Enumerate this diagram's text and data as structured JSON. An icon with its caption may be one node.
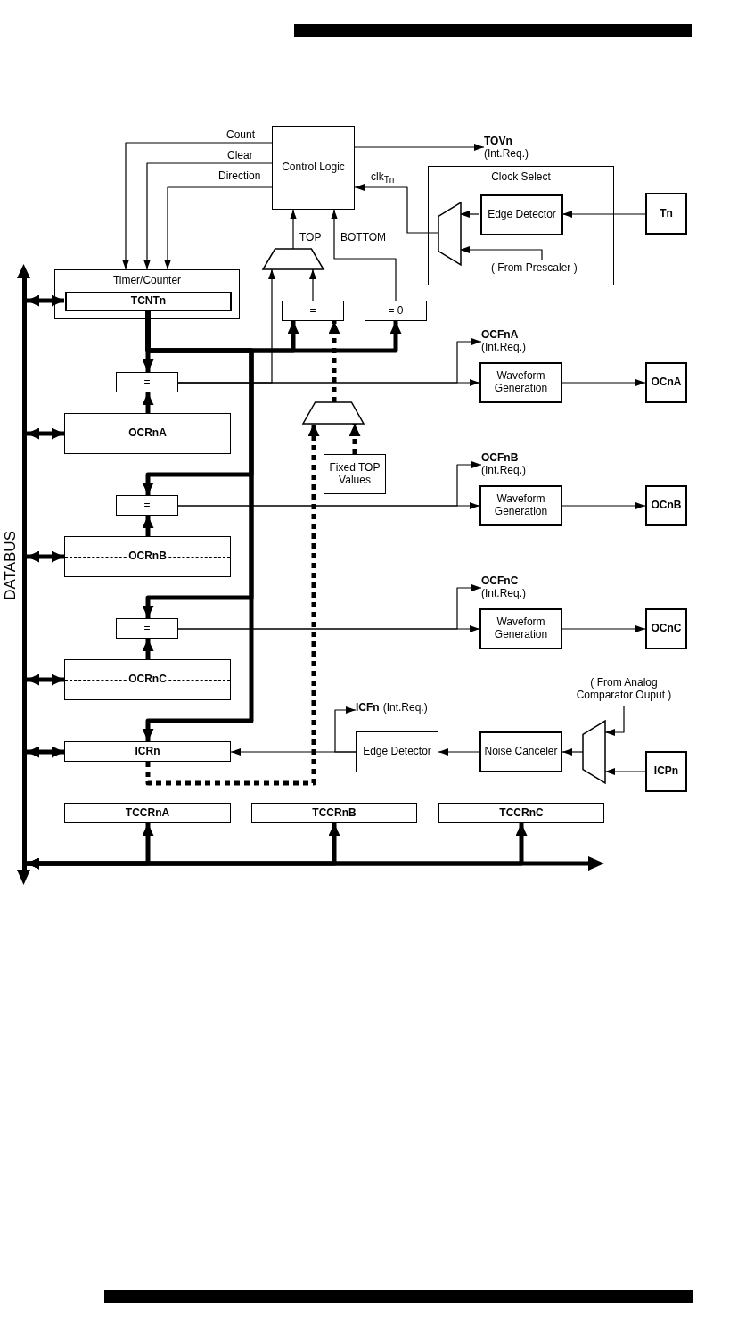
{
  "diagram": {
    "nodes": [
      {
        "text": [
          "Control Logic"
        ]
      },
      {
        "text": [
          "TOVn",
          "(Int.Req.)"
        ]
      },
      {
        "text": [
          "Clock Select"
        ]
      },
      {
        "text": [
          "Edge Detector"
        ],
        "in": 2
      },
      {
        "text": [],
        "shape": "trapezoid",
        "in": 2
      },
      {
        "text": [
          "( From Prescaler )"
        ],
        "in": 2
      },
      {
        "text": [
          "Tn"
        ]
      },
      {
        "text": [
          "Timer/Counter"
        ]
      },
      {
        "text": [
          "TCNTn"
        ],
        "in": 7
      },
      {
        "text": [],
        "shape": "trapezoid"
      },
      {
        "text": [
          "="
        ]
      },
      {
        "text": [
          "= 0"
        ]
      },
      {
        "text": [
          "="
        ]
      },
      {
        "text": [
          "OCRnA"
        ]
      },
      {
        "text": [
          "Fixed TOP Values"
        ]
      },
      {
        "text": [],
        "shape": "trapezoid"
      },
      {
        "text": [
          "OCFnA",
          "(Int.Req.)"
        ]
      },
      {
        "text": [
          "Waveform Generation"
        ]
      },
      {
        "text": [
          "OCnA"
        ]
      },
      {
        "text": [
          "="
        ]
      },
      {
        "text": [
          "OCRnB"
        ]
      },
      {
        "text": [
          "OCFnB",
          "(Int.Req.)"
        ]
      },
      {
        "text": [
          "Waveform Generation"
        ]
      },
      {
        "text": [
          "OCnB"
        ]
      },
      {
        "text": [
          "="
        ]
      },
      {
        "text": [
          "OCRnC"
        ]
      },
      {
        "text": [
          "OCFnC",
          "(Int.Req.)"
        ]
      },
      {
        "text": [
          "Waveform Generation"
        ]
      },
      {
        "text": [
          "OCnC"
        ]
      },
      {
        "text": [
          "ICFn",
          "(Int.Req.)"
        ]
      },
      {
        "text": [
          "ICRn"
        ]
      },
      {
        "text": [
          "Edge Detector"
        ]
      },
      {
        "text": [
          "Noise Canceler"
        ]
      },
      {
        "text": [],
        "shape": "trapezoid"
      },
      {
        "text": [
          "( From Analog Comparator Ouput )"
        ]
      },
      {
        "text": [
          "ICPn"
        ]
      },
      {
        "text": [
          "TCCRnA"
        ]
      },
      {
        "text": [
          "TCCRnB"
        ]
      },
      {
        "text": [
          "TCCRnC"
        ]
      },
      {
        "text": [
          "DATABUS"
        ]
      }
    ],
    "edges": [
      {
        "from": 0,
        "to": 7,
        "arrow": "to",
        "label": "Count"
      },
      {
        "from": 0,
        "to": 7,
        "arrow": "to",
        "label": "Clear"
      },
      {
        "from": 0,
        "to": 7,
        "arrow": "to",
        "label": "Direction"
      },
      {
        "from": 0,
        "to": 1,
        "arrow": "to"
      },
      {
        "from": 4,
        "to": 0,
        "arrow": "to",
        "label": "clk$_{Tn}$"
      },
      {
        "from": 3,
        "to": 4,
        "arrow": "to"
      },
      {
        "from": 5,
        "to": 4,
        "arrow": "to"
      },
      {
        "from": 6,
        "to": 3,
        "arrow": "to"
      },
      {
        "from": 9,
        "to": 0,
        "arrow": "to",
        "label": "TOP"
      },
      {
        "from": 11,
        "to": 0,
        "arrow": "to",
        "label": "BOTTOM"
      },
      {
        "from": 10,
        "to": 9,
        "arrow": "to"
      },
      {
        "from": 12,
        "to": 9,
        "arrow": "to"
      },
      {
        "from": 8,
        "to": 10,
        "arrow": "to",
        "style": "thick"
      },
      {
        "from": 8,
        "to": 11,
        "arrow": "to",
        "style": "thick"
      },
      {
        "from": 8,
        "to": 12,
        "arrow": "to",
        "style": "thick"
      },
      {
        "from": 8,
        "to": 19,
        "arrow": "to",
        "style": "thick"
      },
      {
        "from": 8,
        "to": 24,
        "arrow": "to",
        "style": "thick"
      },
      {
        "from": 8,
        "to": 30,
        "arrow": "to",
        "style": "thick"
      },
      {
        "from": 13,
        "to": 12,
        "arrow": "to",
        "style": "thick"
      },
      {
        "from": 15,
        "to": 10,
        "arrow": "to",
        "style": "dashed"
      },
      {
        "from": 14,
        "to": 15,
        "arrow": "to",
        "style": "dashed"
      },
      {
        "from": 30,
        "to": 15,
        "arrow": "to",
        "style": "dashed"
      },
      {
        "from": 12,
        "to": 16,
        "arrow": "to"
      },
      {
        "from": 12,
        "to": 17,
        "arrow": "to"
      },
      {
        "from": 17,
        "to": 18,
        "arrow": "to"
      },
      {
        "from": 20,
        "to": 19,
        "arrow": "to",
        "style": "thick"
      },
      {
        "from": 19,
        "to": 21,
        "arrow": "to"
      },
      {
        "from": 19,
        "to": 22,
        "arrow": "to"
      },
      {
        "from": 22,
        "to": 23,
        "arrow": "to"
      },
      {
        "from": 25,
        "to": 24,
        "arrow": "to",
        "style": "thick"
      },
      {
        "from": 24,
        "to": 26,
        "arrow": "to"
      },
      {
        "from": 24,
        "to": 27,
        "arrow": "to"
      },
      {
        "from": 27,
        "to": 28,
        "arrow": "to"
      },
      {
        "from": 31,
        "to": 30,
        "arrow": "to"
      },
      {
        "from": 31,
        "to": 29,
        "arrow": "to"
      },
      {
        "from": 32,
        "to": 31,
        "arrow": "to"
      },
      {
        "from": 33,
        "to": 32,
        "arrow": "to"
      },
      {
        "from": 34,
        "to": 33,
        "arrow": "to"
      },
      {
        "from": 35,
        "to": 33,
        "arrow": "to"
      },
      {
        "from": 39,
        "to": 8,
        "arrow": "both",
        "style": "thick"
      },
      {
        "from": 39,
        "to": 13,
        "arrow": "both",
        "style": "thick"
      },
      {
        "from": 39,
        "to": 20,
        "arrow": "both",
        "style": "thick"
      },
      {
        "from": 39,
        "to": 25,
        "arrow": "both",
        "style": "thick"
      },
      {
        "from": 39,
        "to": 30,
        "arrow": "both",
        "style": "thick"
      },
      {
        "from": 39,
        "to": 36,
        "arrow": "both",
        "style": "thick"
      },
      {
        "from": 39,
        "to": 37,
        "arrow": "both",
        "style": "thick"
      },
      {
        "from": 39,
        "to": 38,
        "arrow": "both",
        "style": "thick"
      }
    ]
  }
}
